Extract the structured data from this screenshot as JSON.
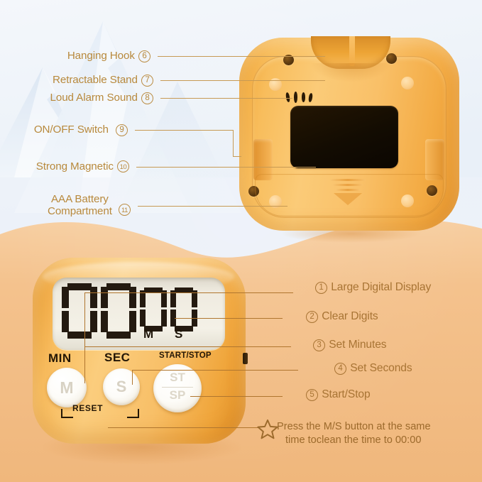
{
  "colors": {
    "label_gold": "#b8893c",
    "label_brown": "#a87434",
    "leader_line": "#c79a54",
    "bg_top": "#eef3f9",
    "bg_bottom": "#f2bc80",
    "device_orange": "#f6b busy",
    "device_body": "#f5b352",
    "lcd_face": "#f0ece0",
    "lcd_segment": "#241a10"
  },
  "left_labels": [
    {
      "text": "Hanging Hook",
      "num": "6"
    },
    {
      "text": "Retractable Stand",
      "num": "7"
    },
    {
      "text": "Loud Alarm Sound",
      "num": "8"
    },
    {
      "text": "ON/OFF Switch",
      "num": "9"
    },
    {
      "text": "Strong Magnetic",
      "num": "10"
    },
    {
      "text": "AAA Battery",
      "text2": "Compartment",
      "num": "11"
    }
  ],
  "right_labels": [
    {
      "num": "1",
      "text": "Large Digital Display"
    },
    {
      "num": "2",
      "text": "Clear Digits"
    },
    {
      "num": "3",
      "text": "Set Minutes"
    },
    {
      "num": "4",
      "text": "Set Seconds"
    },
    {
      "num": "5",
      "text": "Start/Stop"
    }
  ],
  "note": {
    "line1": "Press the M/S button at the same",
    "line2": "time toclean the time to 00:00",
    "icon": "star-icon"
  },
  "device_front": {
    "display_value": "00:00",
    "digits": [
      "0",
      "0",
      "0",
      "0"
    ],
    "unit_minutes": "M",
    "unit_seconds": "S",
    "button_label_min": "MIN",
    "button_label_sec": "SEC",
    "button_label_start_stop": "START/STOP",
    "button_min_face": "M",
    "button_sec_face": "S",
    "button_ss_face_top": "ST",
    "button_ss_face_bottom": "SP",
    "reset_label": "RESET"
  }
}
